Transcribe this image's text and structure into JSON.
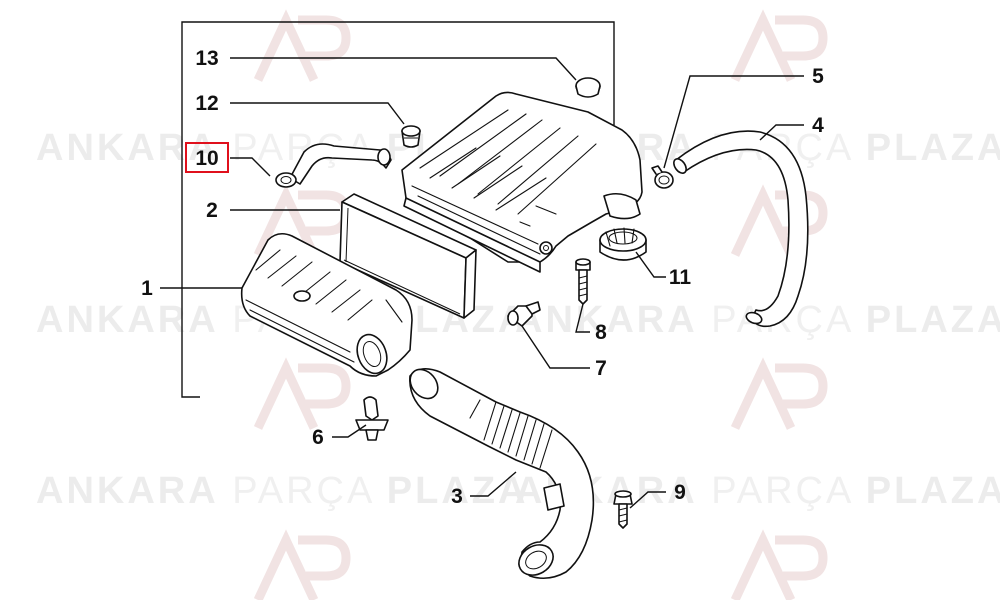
{
  "watermark": {
    "brand_bold_1": "ANKARA",
    "brand_light": "PARÇA",
    "brand_bold_2": "PLAZA",
    "color": "#ececec"
  },
  "highlight_color": "#e0101c",
  "callouts": {
    "p1": "1",
    "p2": "2",
    "p3": "3",
    "p4": "4",
    "p5": "5",
    "p6": "6",
    "p7": "7",
    "p8": "8",
    "p9": "9",
    "p10": "10",
    "p11": "11",
    "p12": "12",
    "p13": "13"
  },
  "highlighted_part": "10"
}
